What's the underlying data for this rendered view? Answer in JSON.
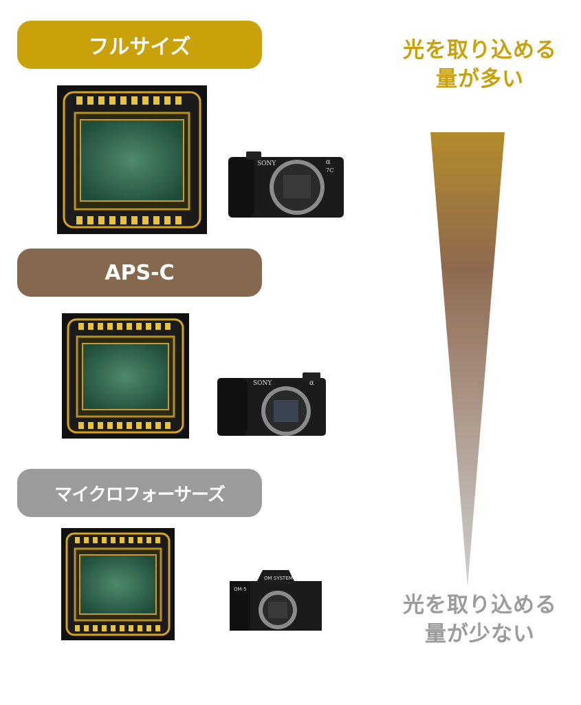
{
  "categories": [
    {
      "label": "フルサイズ",
      "color": "#c9a10b",
      "camera_brand": "SONY",
      "camera_model": "7C"
    },
    {
      "label": "APS-C",
      "color": "#86684e",
      "camera_brand": "SONY",
      "camera_model": ""
    },
    {
      "label": "マイクロフォーサーズ",
      "color": "#9b9b9b",
      "camera_brand": "OM SYSTEM",
      "camera_model": "OM-5"
    }
  ],
  "light_scale": {
    "top_line1": "光を取り込める",
    "top_line2": "量が多い",
    "top_color": "#c9a10b",
    "bottom_line1": "光を取り込める",
    "bottom_line2": "量が少ない",
    "bottom_color": "#9b9b9b",
    "gradient_colors": [
      "#b28a2a",
      "#8f6a50",
      "#cfcfcf"
    ]
  }
}
